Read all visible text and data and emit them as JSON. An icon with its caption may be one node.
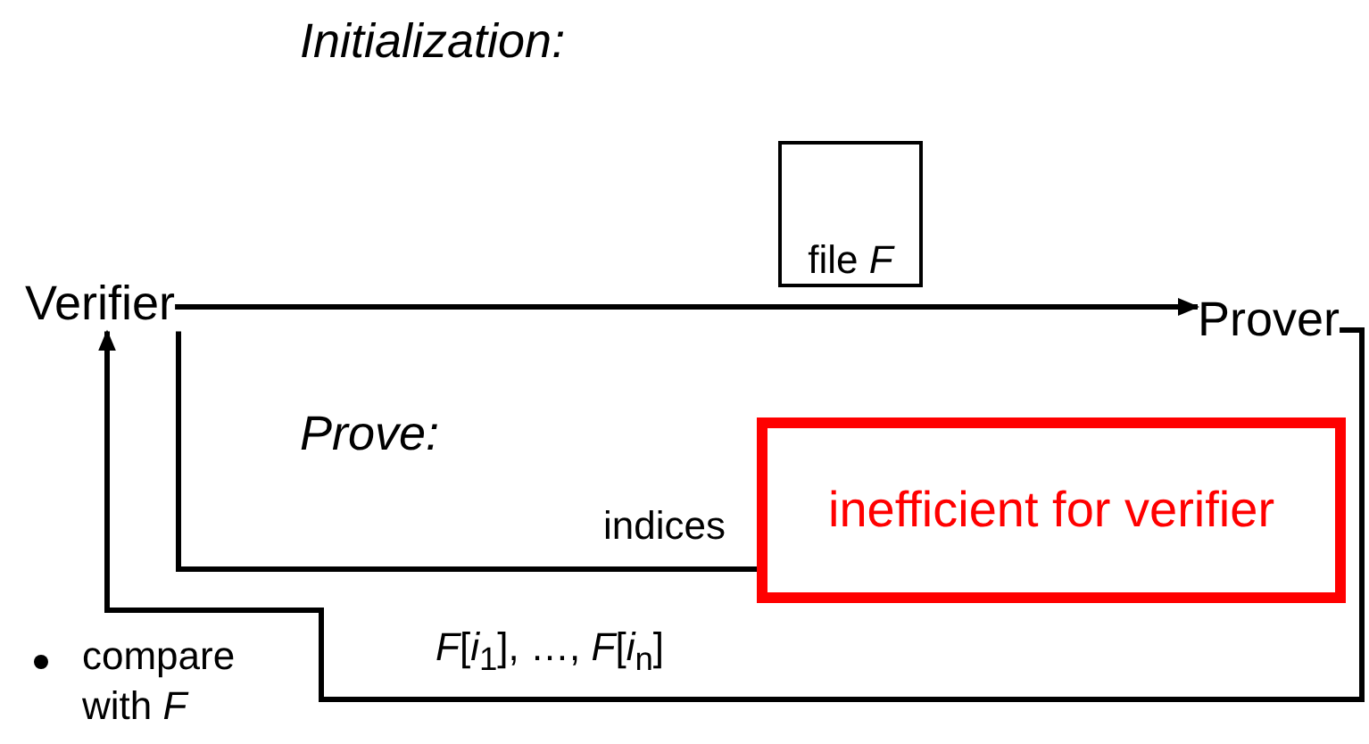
{
  "diagram": {
    "nodes": [
      {
        "text": [
          "Verifier"
        ]
      },
      {
        "text": [
          "Prover"
        ]
      },
      {
        "text": [
          "file *F*"
        ]
      },
      {
        "text": [
          "inefficient for verifier"
        ]
      }
    ],
    "edges": [
      {
        "from": 0,
        "to": 1,
        "arrow": "to"
      },
      {
        "from": 0,
        "to": 3,
        "arrow": "none",
        "label": "indices"
      },
      {
        "from": 1,
        "to": 0,
        "arrow": "to",
        "label": "*F*[*i*$_{1}$], …, *F*[*i*$_{n}$]"
      }
    ],
    "labels": [
      "Initialization:",
      "Prove:",
      "compare with *F*"
    ]
  }
}
